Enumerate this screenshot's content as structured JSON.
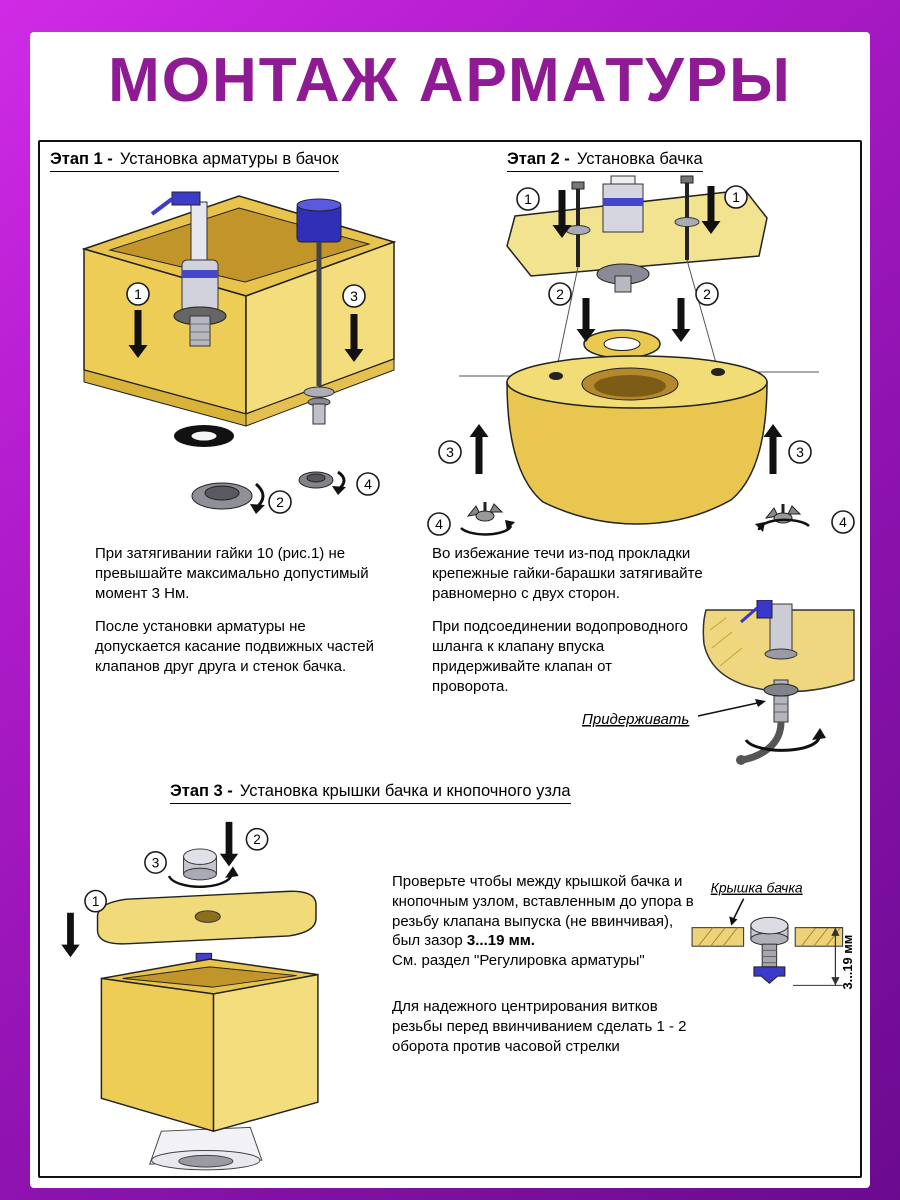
{
  "page": {
    "title": "МОНТАЖ АРМАТУРЫ"
  },
  "colors": {
    "background_purple": "#a715c5",
    "title_purple": "#8e1a94",
    "tank_yellow": "#edc94d",
    "accent_blue": "#3a38c8"
  },
  "markers": {
    "n1": "1",
    "n2": "2",
    "n3": "3",
    "n4": "4"
  },
  "stage1": {
    "label": "Этап 1 -",
    "title": "Установка арматуры в бачок",
    "para1": "При затягивании гайки 10 (рис.1) не превышайте максимально допустимый момент 3 Нм.",
    "para2": "После установки арматуры не допускается касание подвижных частей клапанов друг друга и стенок бачка."
  },
  "stage2": {
    "label": "Этап 2 -",
    "title": "Установка бачка",
    "para1": "Во избежание течи из-под прокладки крепежные гайки-барашки затягивайте равномерно с двух сторон.",
    "para2": "При подсоединении водопроводного шланга к клапану впуска придерживайте клапан от проворота.",
    "hold_label": "Придерживать"
  },
  "stage3": {
    "label": "Этап 3 -",
    "title": "Установка крышки бачка и кнопочного узла",
    "para1_start": "Проверьте чтобы между крышкой бачка и кнопочным узлом, вставленным до упора в резьбу клапана выпуска (не ввинчивая), был зазор ",
    "para1_bold": "3...19 мм.",
    "para1_note": "См. раздел \"Регулировка арматуры\"",
    "para2": "Для надежного центрирования витков резьбы перед ввинчиванием сделать 1 - 2 оборота против часовой стрелки",
    "lid_label": "Крышка бачка",
    "gap_label": "3...19 мм"
  }
}
